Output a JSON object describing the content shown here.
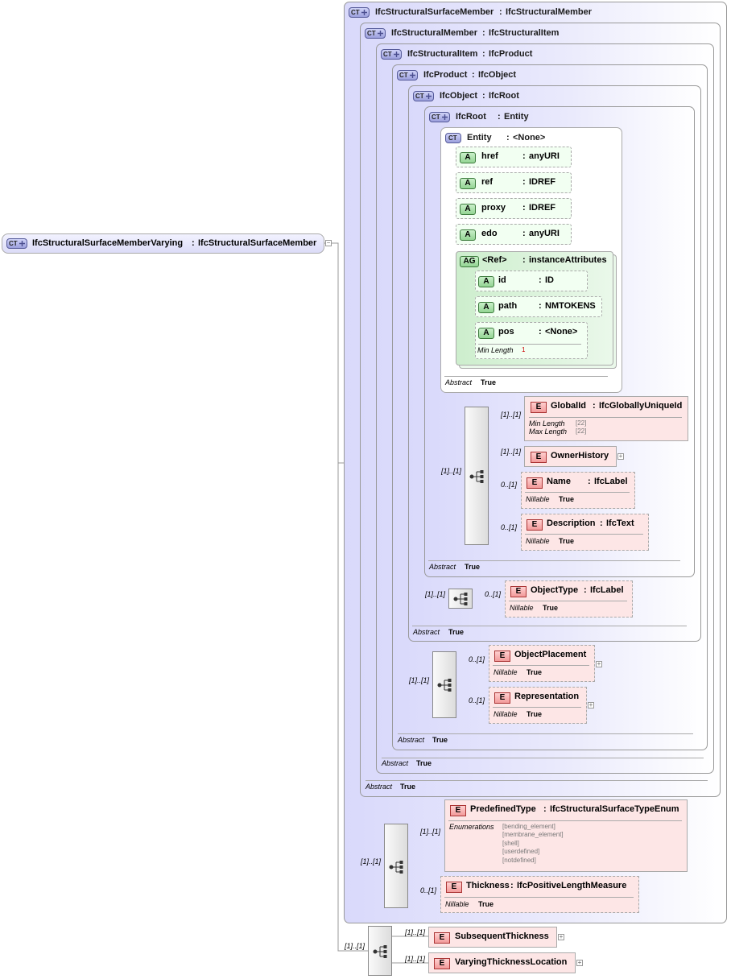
{
  "root": {
    "badge": "CT",
    "name": "IfcStructuralSurfaceMemberVarying",
    "sep": ":",
    "base": "IfcStructuralSurfaceMember"
  },
  "ct_levels": [
    {
      "name": "IfcStructuralSurfaceMember",
      "base": "IfcStructuralMember",
      "abstract": "True"
    },
    {
      "name": "IfcStructuralMember",
      "base": "IfcStructuralItem",
      "abstract": "True"
    },
    {
      "name": "IfcStructuralItem",
      "base": "IfcProduct",
      "abstract": "True"
    },
    {
      "name": "IfcProduct",
      "base": "IfcObject",
      "abstract": "True"
    },
    {
      "name": "IfcObject",
      "base": "IfcRoot",
      "abstract": "True"
    },
    {
      "name": "IfcRoot",
      "base": "Entity",
      "abstract": "True"
    },
    {
      "name": "Entity",
      "base": "<None>",
      "abstract": "True"
    }
  ],
  "labels": {
    "abstract": "Abstract",
    "nillable": "Nillable",
    "min_length": "Min Length",
    "max_length": "Max Length",
    "enumerations": "Enumerations",
    "colon": ":"
  },
  "attributes": [
    {
      "name": "href",
      "type": "anyURI"
    },
    {
      "name": "ref",
      "type": "IDREF"
    },
    {
      "name": "proxy",
      "type": "IDREF"
    },
    {
      "name": "edo",
      "type": "anyURI"
    }
  ],
  "attr_group": {
    "badge": "AG",
    "name": "<Ref>",
    "type": "instanceAttributes",
    "items": [
      {
        "name": "id",
        "type": "ID"
      },
      {
        "name": "path",
        "type": "NMTOKENS"
      },
      {
        "name": "pos",
        "type": "<None>"
      }
    ],
    "pos_min_length": "1"
  },
  "ifcroot_elements": [
    {
      "name": "GlobalId",
      "type": "IfcGloballyUniqueId",
      "mult": "[1]..[1]",
      "min": "[22]",
      "max": "[22]"
    },
    {
      "name": "OwnerHistory",
      "mult": "[1]..[1]"
    },
    {
      "name": "Name",
      "type": "IfcLabel",
      "mult": "0..[1]",
      "nillable": "True"
    },
    {
      "name": "Description",
      "type": "IfcText",
      "mult": "0..[1]",
      "nillable": "True"
    }
  ],
  "ifcroot_seq_mult": "[1]..[1]",
  "ifcobject_elements": [
    {
      "name": "ObjectType",
      "type": "IfcLabel",
      "mult": "0..[1]",
      "nillable": "True"
    }
  ],
  "ifcobject_seq_mult": "[1]..[1]",
  "ifcproduct_elements": [
    {
      "name": "ObjectPlacement",
      "mult": "0..[1]",
      "nillable": "True"
    },
    {
      "name": "Representation",
      "mult": "0..[1]",
      "nillable": "True"
    }
  ],
  "ifcproduct_seq_mult": "[1]..[1]",
  "surface_elements": [
    {
      "name": "PredefinedType",
      "type": "IfcStructuralSurfaceTypeEnum",
      "mult": "[1]..[1]",
      "enums": [
        "[bending_element]",
        "[membrane_element]",
        "[shell]",
        "[userdefined]",
        "[notdefined]"
      ]
    },
    {
      "name": "Thickness",
      "type": "IfcPositiveLengthMeasure",
      "mult": "0..[1]",
      "nillable": "True"
    }
  ],
  "surface_seq_mult": "[1]..[1]",
  "varying_elements": [
    {
      "name": "SubsequentThickness",
      "mult": "[1]..[1]"
    },
    {
      "name": "VaryingThicknessLocation",
      "mult": "[1]..[1]"
    }
  ],
  "varying_seq_mult": "[1]..[1]",
  "colors": {
    "ct_bg": "#dcdcfa",
    "attr_bg": "#f2fff2",
    "elem_bg": "#fde6e6",
    "ag_bg": "#ddf5dd"
  }
}
